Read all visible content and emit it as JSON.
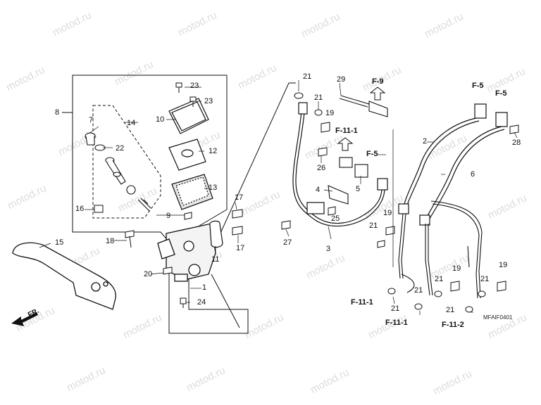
{
  "watermark": "motod.ru",
  "diagram_code": "MFAIF0401",
  "front_label": "FR.",
  "callouts": {
    "n1": "1",
    "n2": "2",
    "n3": "3",
    "n4": "4",
    "n5": "5",
    "n6": "6",
    "n7": "7",
    "n8": "8",
    "n9": "9",
    "n10": "10",
    "n11": "11",
    "n12": "12",
    "n13": "13",
    "n14": "14",
    "n15": "15",
    "n16": "16",
    "n17a": "17",
    "n17b": "17",
    "n18": "18",
    "n19a": "19",
    "n19b": "19",
    "n19c": "19",
    "n19d": "19",
    "n20": "20",
    "n21a": "21",
    "n21b": "21",
    "n21c": "21",
    "n21d": "21",
    "n21e": "21",
    "n21f": "21",
    "n21g": "21",
    "n21h": "21",
    "n22": "22",
    "n23a": "23",
    "n23b": "23",
    "n24": "24",
    "n25": "25",
    "n26": "26",
    "n27": "27",
    "n28": "28",
    "n29": "29"
  },
  "refs": {
    "f9": "F-9",
    "f111a": "F-11-1",
    "f5a": "F-5",
    "f5b": "F-5",
    "f5c": "F-5",
    "f111b": "F-11-1",
    "f111c": "F-11-1",
    "f112": "F-11-2"
  }
}
